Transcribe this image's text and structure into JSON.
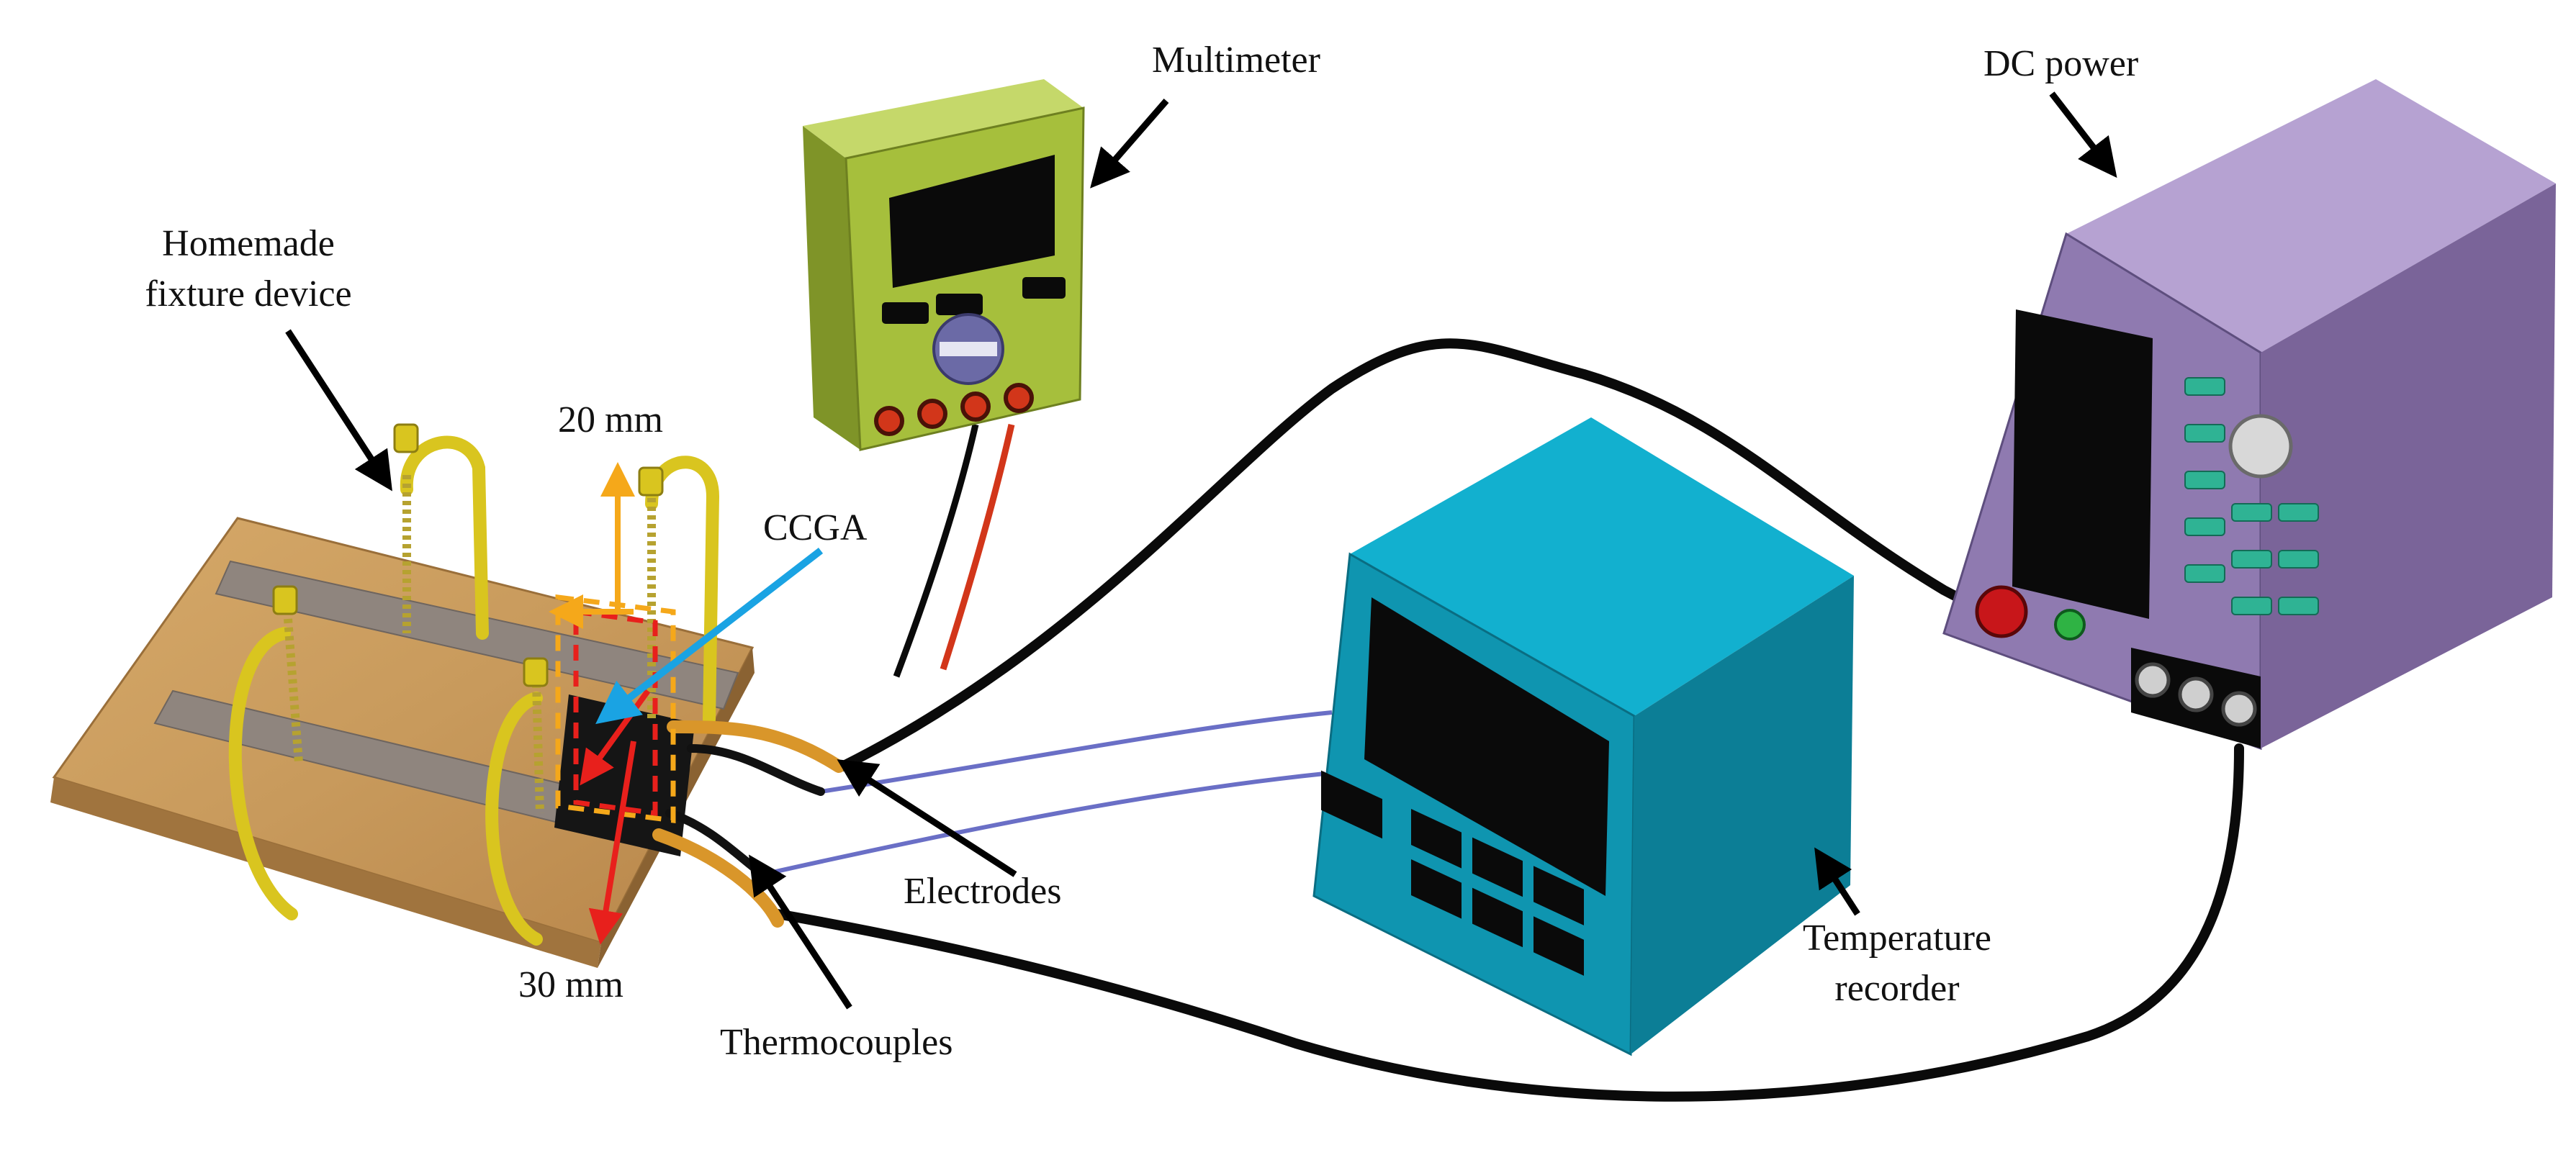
{
  "labels": {
    "multimeter": "Multimeter",
    "dc_power": "DC power",
    "fixture_line1": "Homemade",
    "fixture_line2": "fixture device",
    "dim_20": "20 mm",
    "dim_30": "30 mm",
    "ccga": "CCGA",
    "electrodes": "Electrodes",
    "thermocouples": "Thermocouples",
    "recorder_line1": "Temperature",
    "recorder_line2": "recorder"
  },
  "colors": {
    "board": "#c89a5c",
    "rail": "#8f857e",
    "clamp": "#d9c51f",
    "spring": "#d7c65a",
    "multimeter": "#a6bf3c",
    "dc_power": "#8f7ab0",
    "recorder": "#12a5c4",
    "screen": "#0a0a0a",
    "chip": "#151515",
    "cable": "#0a0a0a",
    "lead_red": "#d2361a",
    "thermo_wire": "#6a6fc6",
    "electrode_sheath": "#d9962a",
    "dim_arrow_20": "#f5a81a",
    "dim_arrow_30": "#e8201c",
    "ccga_arrow": "#1aa3e3",
    "button_teal": "#2fb394",
    "label_arrow": "#000000"
  },
  "icons": {
    "fixture": "fixture-device-icon",
    "multimeter": "multimeter-icon",
    "dc_power": "dc-power-supply-icon",
    "recorder": "temperature-recorder-icon"
  }
}
